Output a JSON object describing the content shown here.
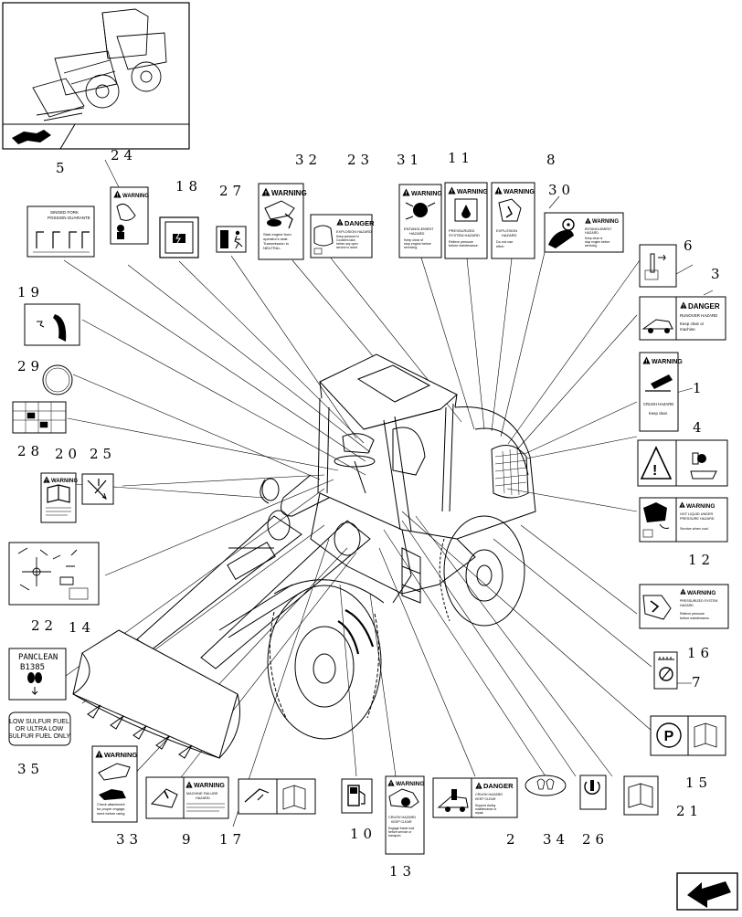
{
  "callouts": [
    "5",
    "24",
    "18",
    "27",
    "32",
    "23",
    "31",
    "11",
    "8",
    "30",
    "6",
    "3",
    "19",
    "1",
    "29",
    "4",
    "28",
    "20",
    "25",
    "12",
    "14",
    "16",
    "22",
    "7",
    "35",
    "15",
    "33",
    "9",
    "17",
    "10",
    "13",
    "2",
    "34",
    "26",
    "21"
  ],
  "decals": {
    "warning": "WARNING",
    "danger": "DANGER",
    "fork": "SINGED FORK\nPOSSION GUARANTE",
    "d23": "EXPLOSION HAZARD\nKeep pressure in\nCoolant's tank\nbefore any open\nservice to avoid\ninjury.",
    "d31": "ENTANGLEMENT\nHAZARD\nKeep clear of\nstop engine before\nservicing.",
    "d11": "PRESSURIZED\nSYSTEM HAZARD\nRelieve pressure\nbefore maintenance.",
    "d8": "EXPLOSION\nHAZARD\nDo not use\nether.",
    "d30": "ENTANGLEMENT\nHAZARD\nKeep clear or\nstop engine before\nservicing.",
    "d3": "RUNOVER HAZARD\nKeep clear or\nmachine.",
    "d1": "CRUSH HAZARD\nKeep clear.",
    "d12": "HOT LIQUID UNDER\nPRESSURE HAZARD\nService when cool.",
    "d16": "PRESSURIZED SYSTEM\nHAZARD\nRelieve pressure\nbefore maintenance.",
    "d32": "Start engine from\noperator's seat.\nTransmission in\nNEUTRAL.",
    "d22": "PANCLEAN\nB1385",
    "d35": "LOW SULFUR FUEL\nOR ULTRA LOW\nSULFUR FUEL ONLY",
    "d33": "Check attachment\nfor proper engage-\nment before\nusing.",
    "d9": "MACHINE FAILURE\nHAZARD",
    "d13": "CRUSH HAZARD\nKEEP CLEAR\nEngage frame lock\nbefore service or\ntransport.",
    "d2": "CRUSH HAZARD\nKEEP CLEAR\nSupport during\nmaintenance or\nrepair.",
    "p": "P"
  }
}
